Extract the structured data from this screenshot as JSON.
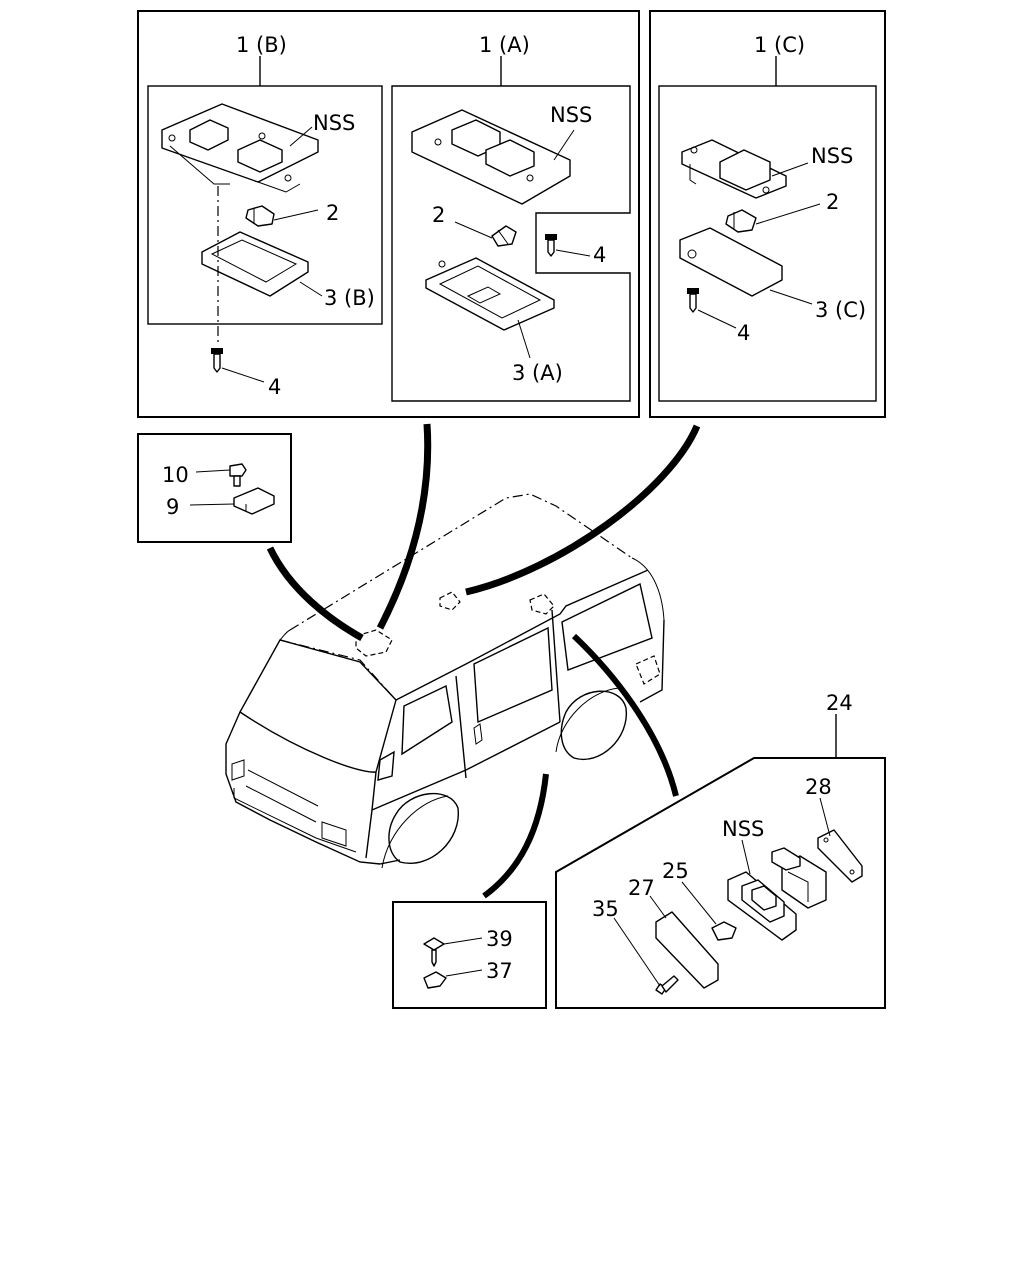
{
  "labels": {
    "lamp_b": "1 (B)",
    "lamp_a": "1 (A)",
    "lamp_c": "1 (C)",
    "nss_b": "NSS",
    "nss_a": "NSS",
    "nss_c": "NSS",
    "nss_side": "NSS",
    "bulb_b": "2",
    "bulb_a": "2",
    "bulb_c": "2",
    "lens_b": "3 (B)",
    "lens_a": "3 (A)",
    "lens_c": "3 (C)",
    "screw_b": "4",
    "screw_a": "4",
    "screw_c": "4",
    "part_10": "10",
    "part_9": "9",
    "part_24": "24",
    "part_28": "28",
    "part_25": "25",
    "part_27": "27",
    "part_35": "35",
    "part_39": "39",
    "part_37": "37"
  }
}
